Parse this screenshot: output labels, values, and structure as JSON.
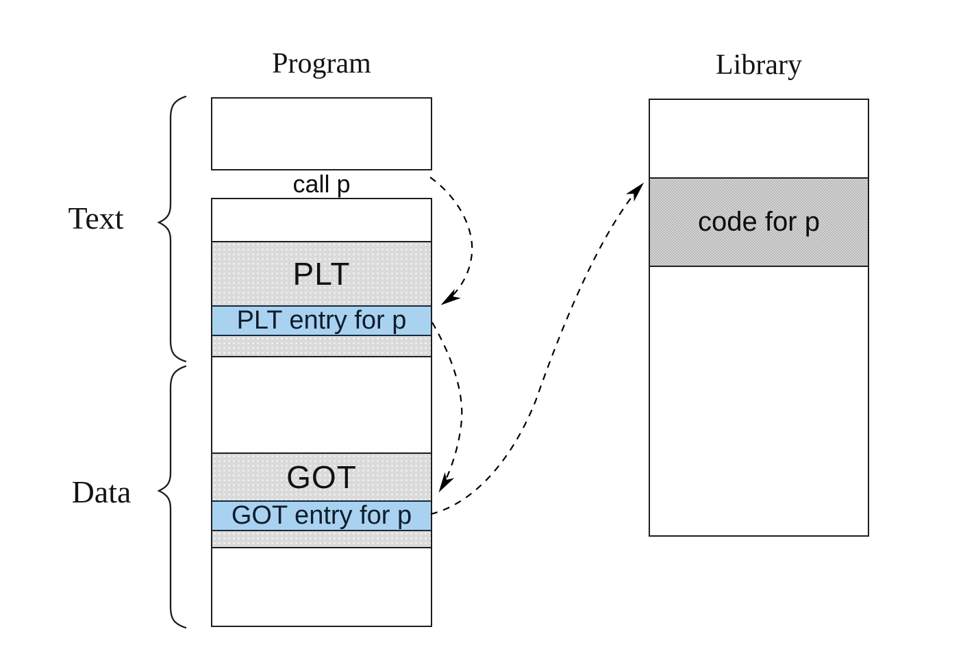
{
  "program": {
    "title": "Program",
    "call_label": "call p",
    "plt_label": "PLT",
    "plt_entry_label": "PLT entry for p",
    "got_label": "GOT",
    "got_entry_label": "GOT entry for p"
  },
  "library": {
    "title": "Library",
    "code_label": "code for p"
  },
  "segments": {
    "text_label": "Text",
    "data_label": "Data"
  },
  "arrows": [
    {
      "from": "call p",
      "to": "PLT entry for p",
      "style": "dashed-curve"
    },
    {
      "from": "PLT entry for p",
      "to": "GOT entry for p",
      "style": "dashed-curve"
    },
    {
      "from": "GOT entry for p",
      "to": "code for p",
      "style": "dashed-curve"
    }
  ],
  "colors": {
    "entry_blue": "#a8d2f0",
    "section_gray": "#dadada",
    "code_gray": "#c8c8c8",
    "line_black": "#1c1c1c"
  }
}
